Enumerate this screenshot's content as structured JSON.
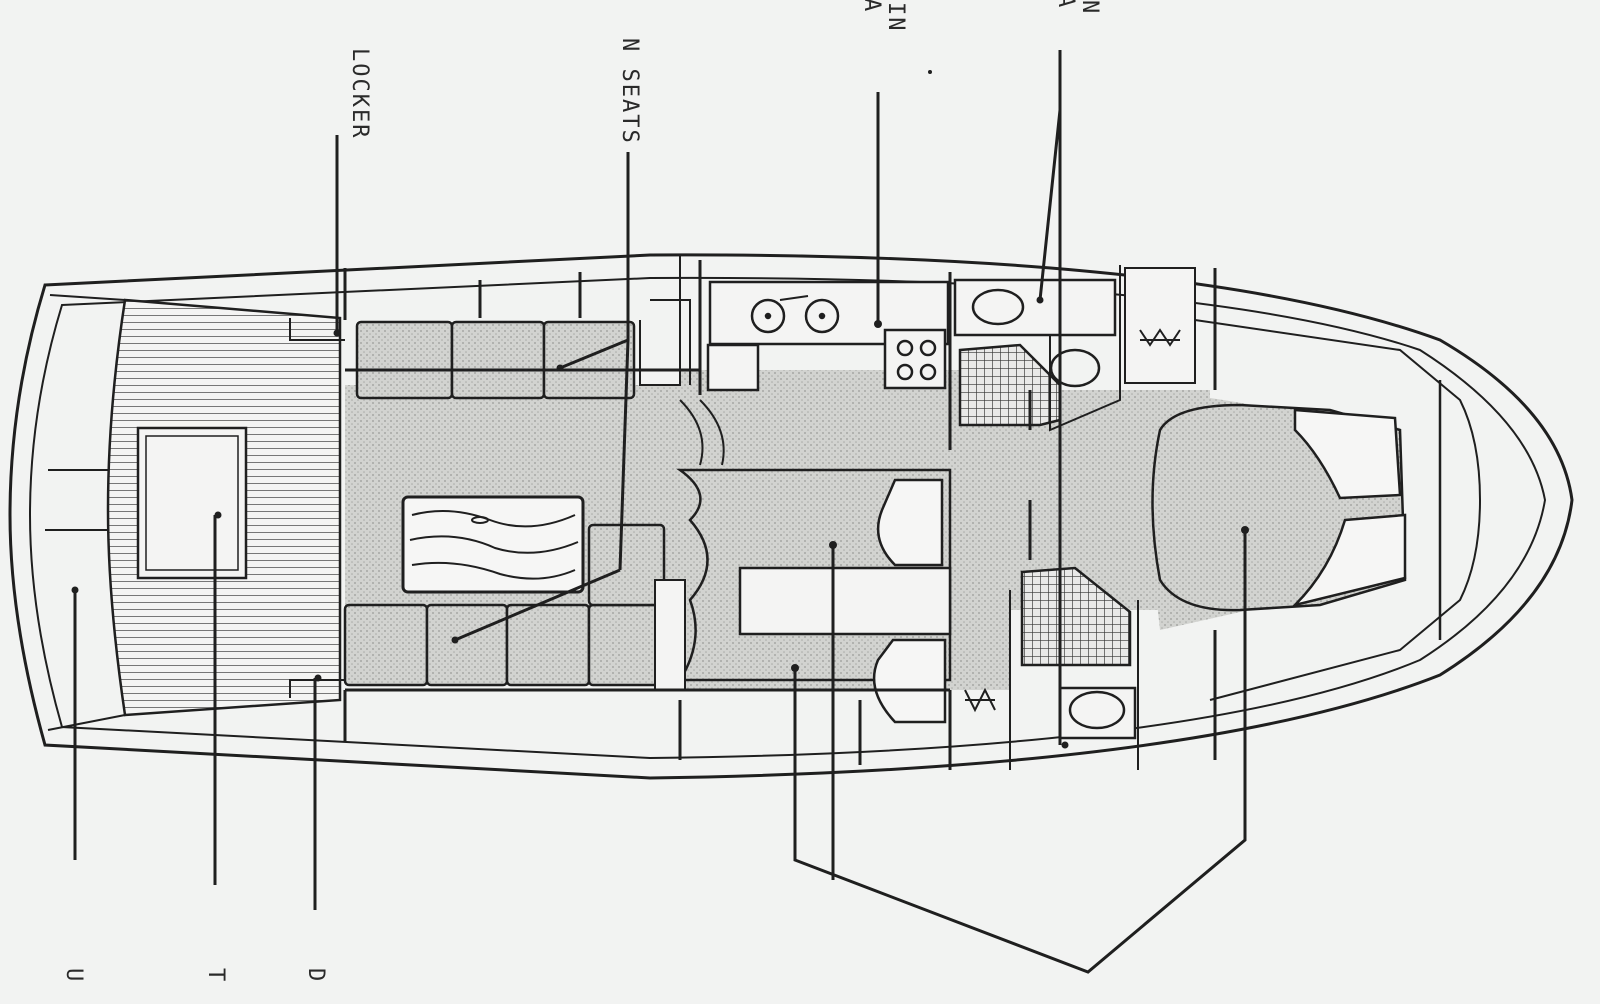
{
  "plan": {
    "stroke_color": "#1f1f1f",
    "fill_color": "#cfd0cd",
    "paper_color": "#f2f3f2"
  },
  "labels": {
    "locker": "LOCKER",
    "seats": "N SEATS",
    "top_mid": "IN",
    "top_mid2": "A",
    "top_right": "N",
    "top_right2": "A",
    "bottom_1": "U",
    "bottom_2": "T",
    "bottom_3": "D"
  },
  "icons": [
    "sink-icon",
    "hob-icon",
    "toilet-icon",
    "shower-tray-icon",
    "hanging-locker-icon",
    "table-icon",
    "mattress-icon",
    "cushion-icon",
    "hatch-icon"
  ]
}
